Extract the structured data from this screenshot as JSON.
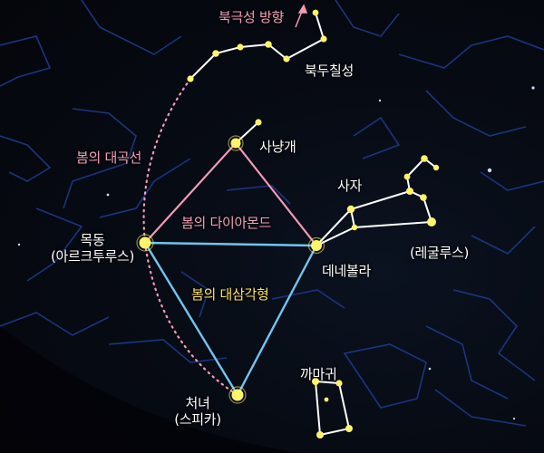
{
  "labels": {
    "north_star_direction": "북극성 방향",
    "big_dipper": "북두칠성",
    "spring_great_curve": "봄의 대곡선",
    "bootes": "사냥개",
    "spring_diamond": "봄의 다이아몬드",
    "leo": "사자",
    "regulus": "(레굴루스)",
    "arcturus_name": "목동",
    "arcturus_star": "(아르크투루스)",
    "denebola": "데네볼라",
    "spring_triangle": "봄의 대삼각형",
    "corvus": "까마귀",
    "spica_name": "처녀",
    "spica_star": "(스피카)"
  },
  "colors": {
    "background": "#05070c",
    "faint_constellation_lines": "#1d3a8a",
    "star": "#fff36a",
    "star_lines": "#ffffff",
    "diamond_lines": "#f29ab5",
    "triangle_lines": "#6fc6f0",
    "curve_dots": "#f29ab5",
    "label": "#ffffff",
    "pink_label": "#f3a0b8",
    "yellow_label": "#ffe45a"
  }
}
